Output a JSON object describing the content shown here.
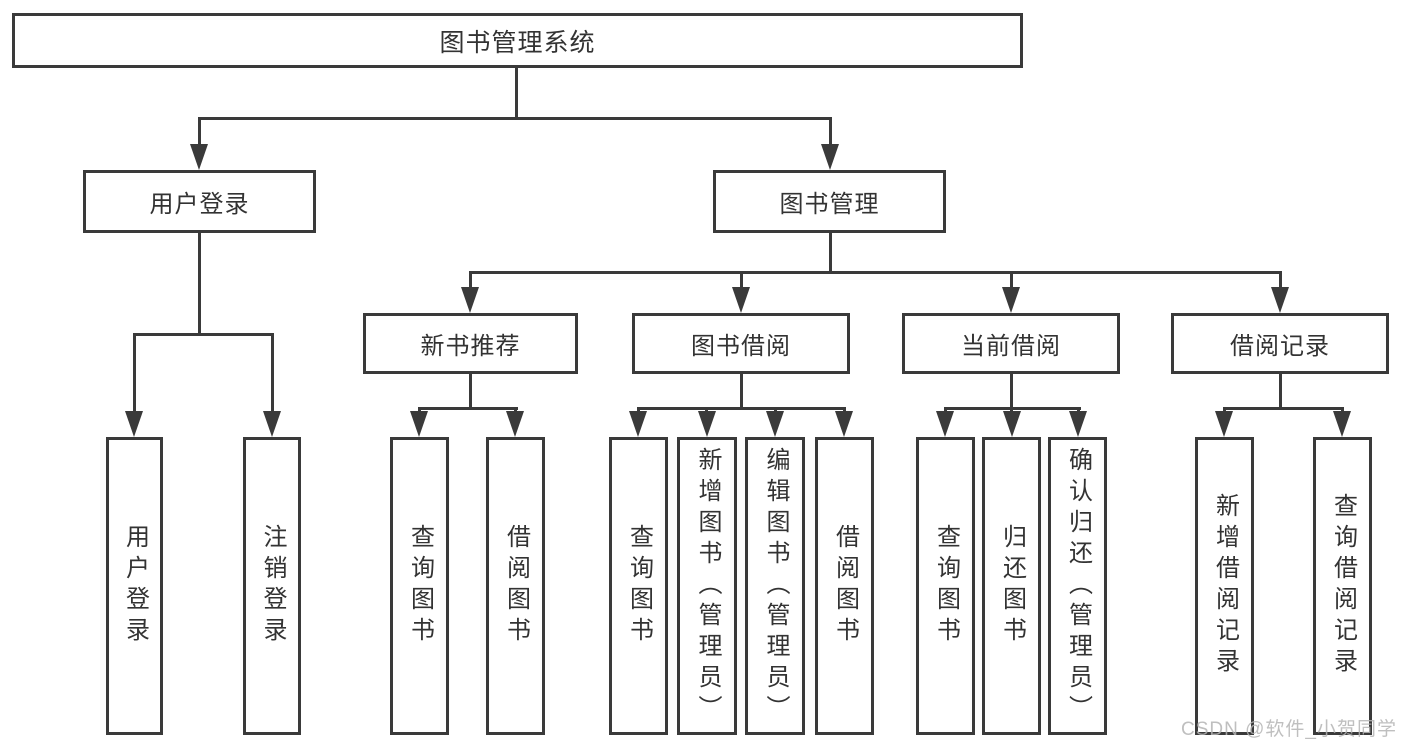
{
  "tree": {
    "root": {
      "label": "图书管理系统"
    },
    "branches": [
      {
        "label": "用户登录",
        "children": [
          {
            "label": "用户登录"
          },
          {
            "label": "注销登录"
          }
        ]
      },
      {
        "label": "图书管理",
        "children": [
          {
            "label": "新书推荐",
            "children": [
              {
                "label": "查询图书"
              },
              {
                "label": "借阅图书"
              }
            ]
          },
          {
            "label": "图书借阅",
            "children": [
              {
                "label": "查询图书"
              },
              {
                "label": "新增图书（管理员）"
              },
              {
                "label": "编辑图书（管理员）"
              },
              {
                "label": "借阅图书"
              }
            ]
          },
          {
            "label": "当前借阅",
            "children": [
              {
                "label": "查询图书"
              },
              {
                "label": "归还图书"
              },
              {
                "label": "确认归还（管理员）"
              }
            ]
          },
          {
            "label": "借阅记录",
            "children": [
              {
                "label": "新增借阅记录"
              },
              {
                "label": "查询借阅记录"
              }
            ]
          }
        ]
      }
    ]
  },
  "watermark": {
    "text": "CSDN @软件_小贺同学"
  },
  "colors": {
    "line": "#3a3a3a",
    "node_border": "#3a3a3a",
    "text": "#333333",
    "watermark": "#b4b4b4",
    "background": "#ffffff"
  }
}
